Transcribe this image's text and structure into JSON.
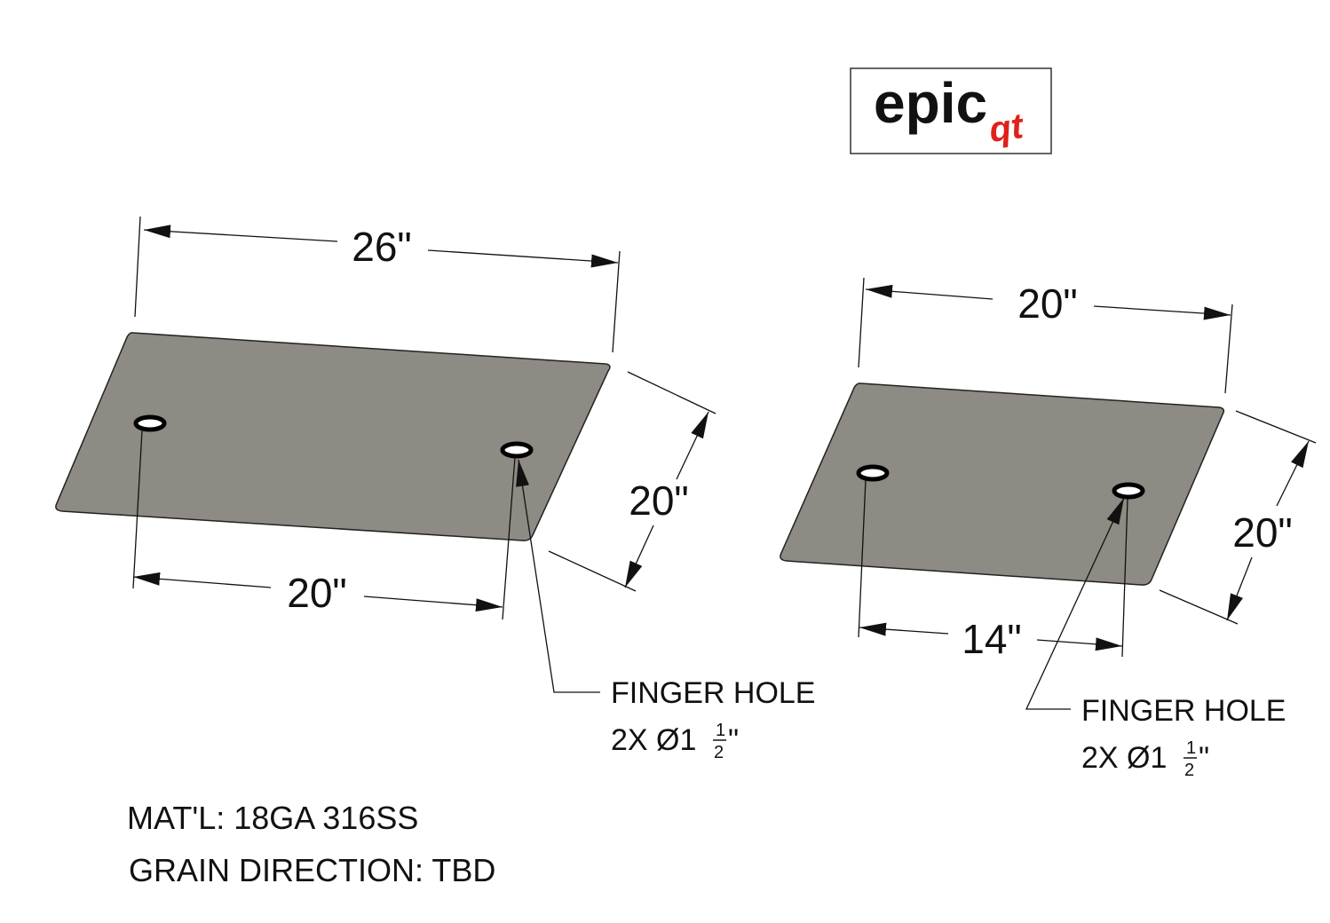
{
  "logo": {
    "main": "epic",
    "sub": "qt",
    "accent_color": "#e0201a"
  },
  "plate_color": "#8e8a84",
  "left_part": {
    "width_dim": "26\"",
    "depth_dim": "20\"",
    "hole_spacing_dim": "20\"",
    "note_line1": "FINGER HOLE",
    "note_line2_prefix": "2X Ø1",
    "note_frac_num": "1",
    "note_frac_den": "2",
    "note_suffix": "\""
  },
  "right_part": {
    "width_dim": "20\"",
    "depth_dim": "20\"",
    "hole_spacing_dim": "14\"",
    "note_line1": "FINGER HOLE",
    "note_line2_prefix": "2X Ø1",
    "note_frac_num": "1",
    "note_frac_den": "2",
    "note_suffix": "\""
  },
  "notes": {
    "material": "MAT'L: 18GA 316SS",
    "grain": "GRAIN DIRECTION: TBD"
  }
}
